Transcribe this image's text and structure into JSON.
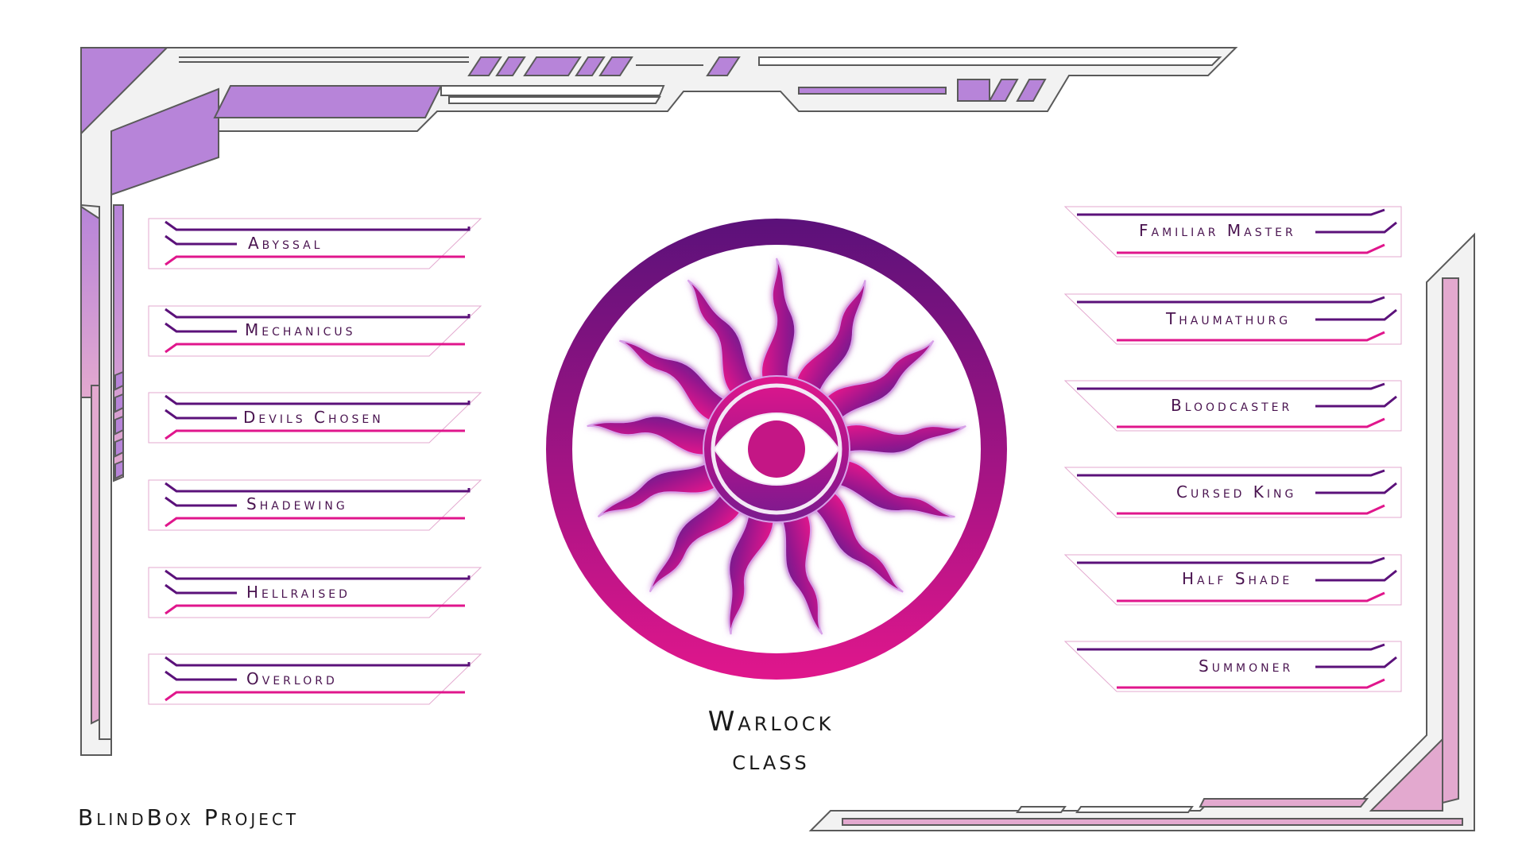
{
  "colors": {
    "purple_dark": "#5b117a",
    "magenta": "#e0168c",
    "lavender": "#b784d9",
    "pink_light": "#e3a9cf",
    "frame_fill": "#f2f2f2",
    "frame_stroke": "#5a5a5a"
  },
  "left_options": [
    {
      "label": "Abyssal"
    },
    {
      "label": "Mechanicus"
    },
    {
      "label": "Devils Chosen"
    },
    {
      "label": "Shadewing"
    },
    {
      "label": "Hellraised"
    },
    {
      "label": "Overlord"
    }
  ],
  "right_options": [
    {
      "label": "Familiar Master"
    },
    {
      "label": "Thaumathurg"
    },
    {
      "label": "Bloodcaster"
    },
    {
      "label": "Cursed King"
    },
    {
      "label": "Half Shade"
    },
    {
      "label": "Summoner"
    }
  ],
  "emblem": {
    "icon": "eye-sun-icon"
  },
  "title": {
    "main": "Warlock",
    "sub": "class"
  },
  "credit": "BlindBox Project"
}
